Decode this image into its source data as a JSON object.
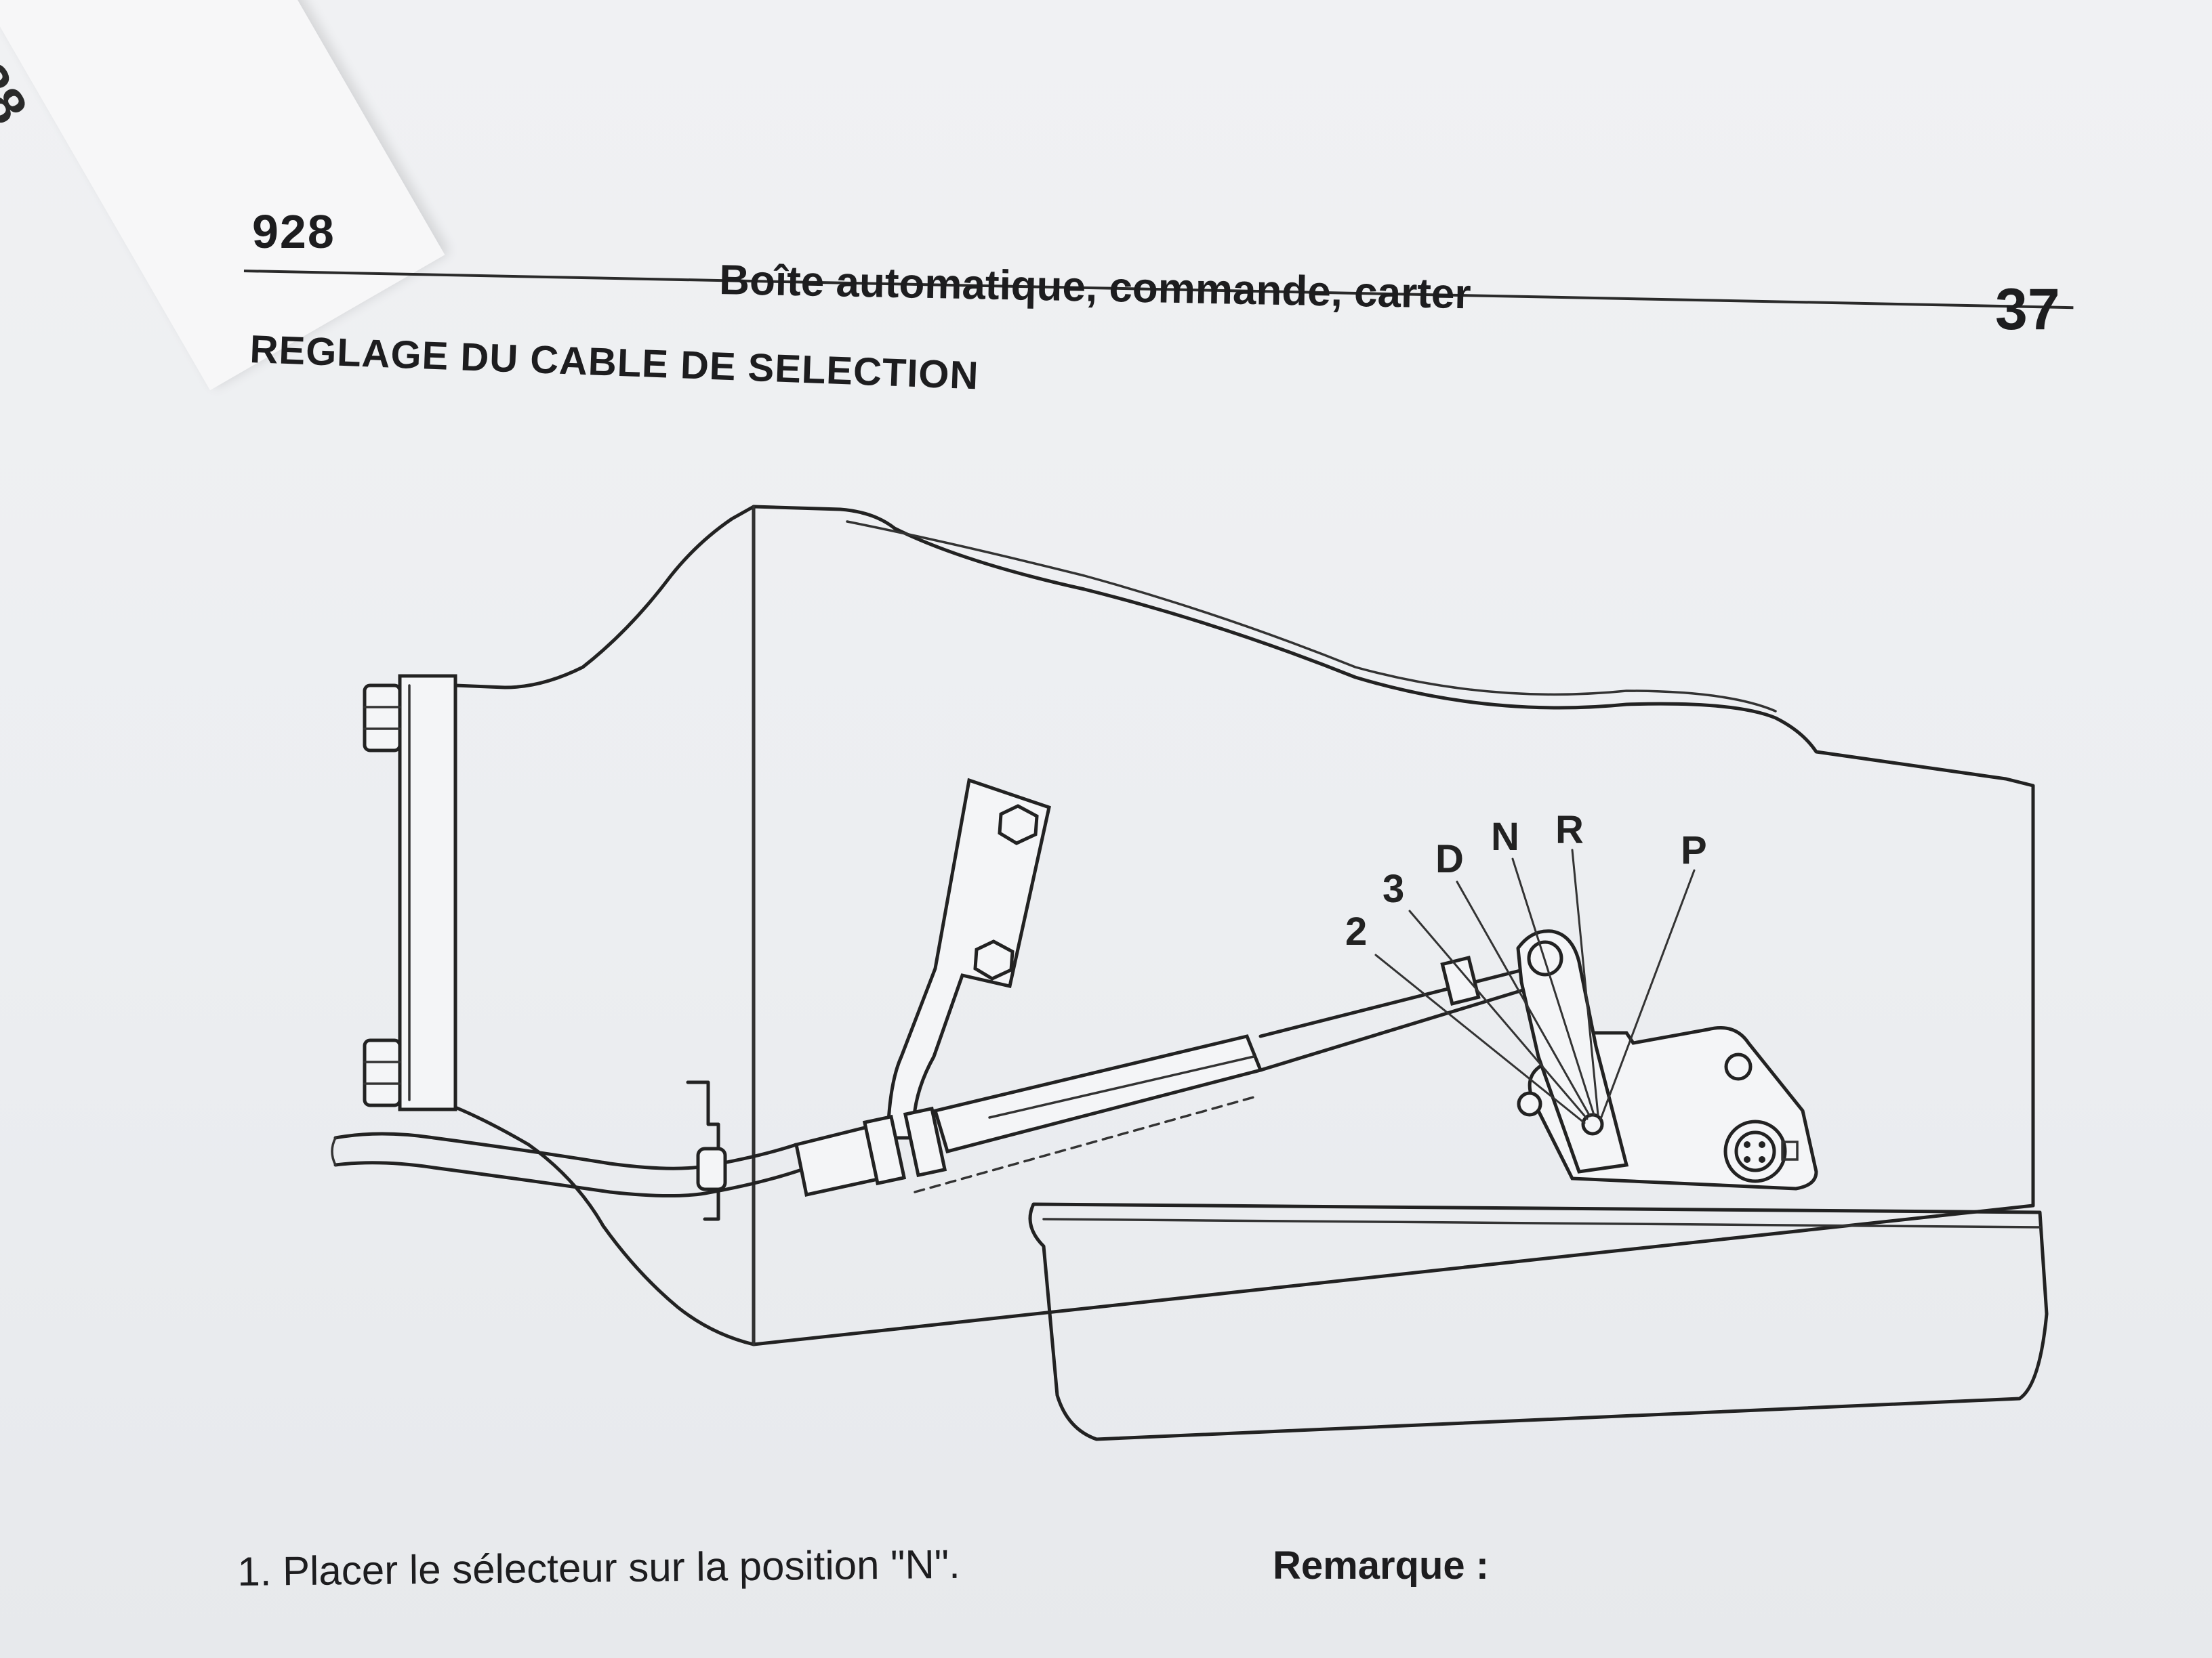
{
  "corner_model": "928",
  "header": {
    "model": "928",
    "title": "Boîte automatique, commande, carter",
    "page_number": "37"
  },
  "section_title": "REGLAGE DU CABLE DE SELECTION",
  "gear_positions": [
    "2",
    "3",
    "D",
    "N",
    "R",
    "P"
  ],
  "instruction_step": "1. Placer le sélecteur sur la position \"N\".",
  "remark_heading": "Remarque :"
}
